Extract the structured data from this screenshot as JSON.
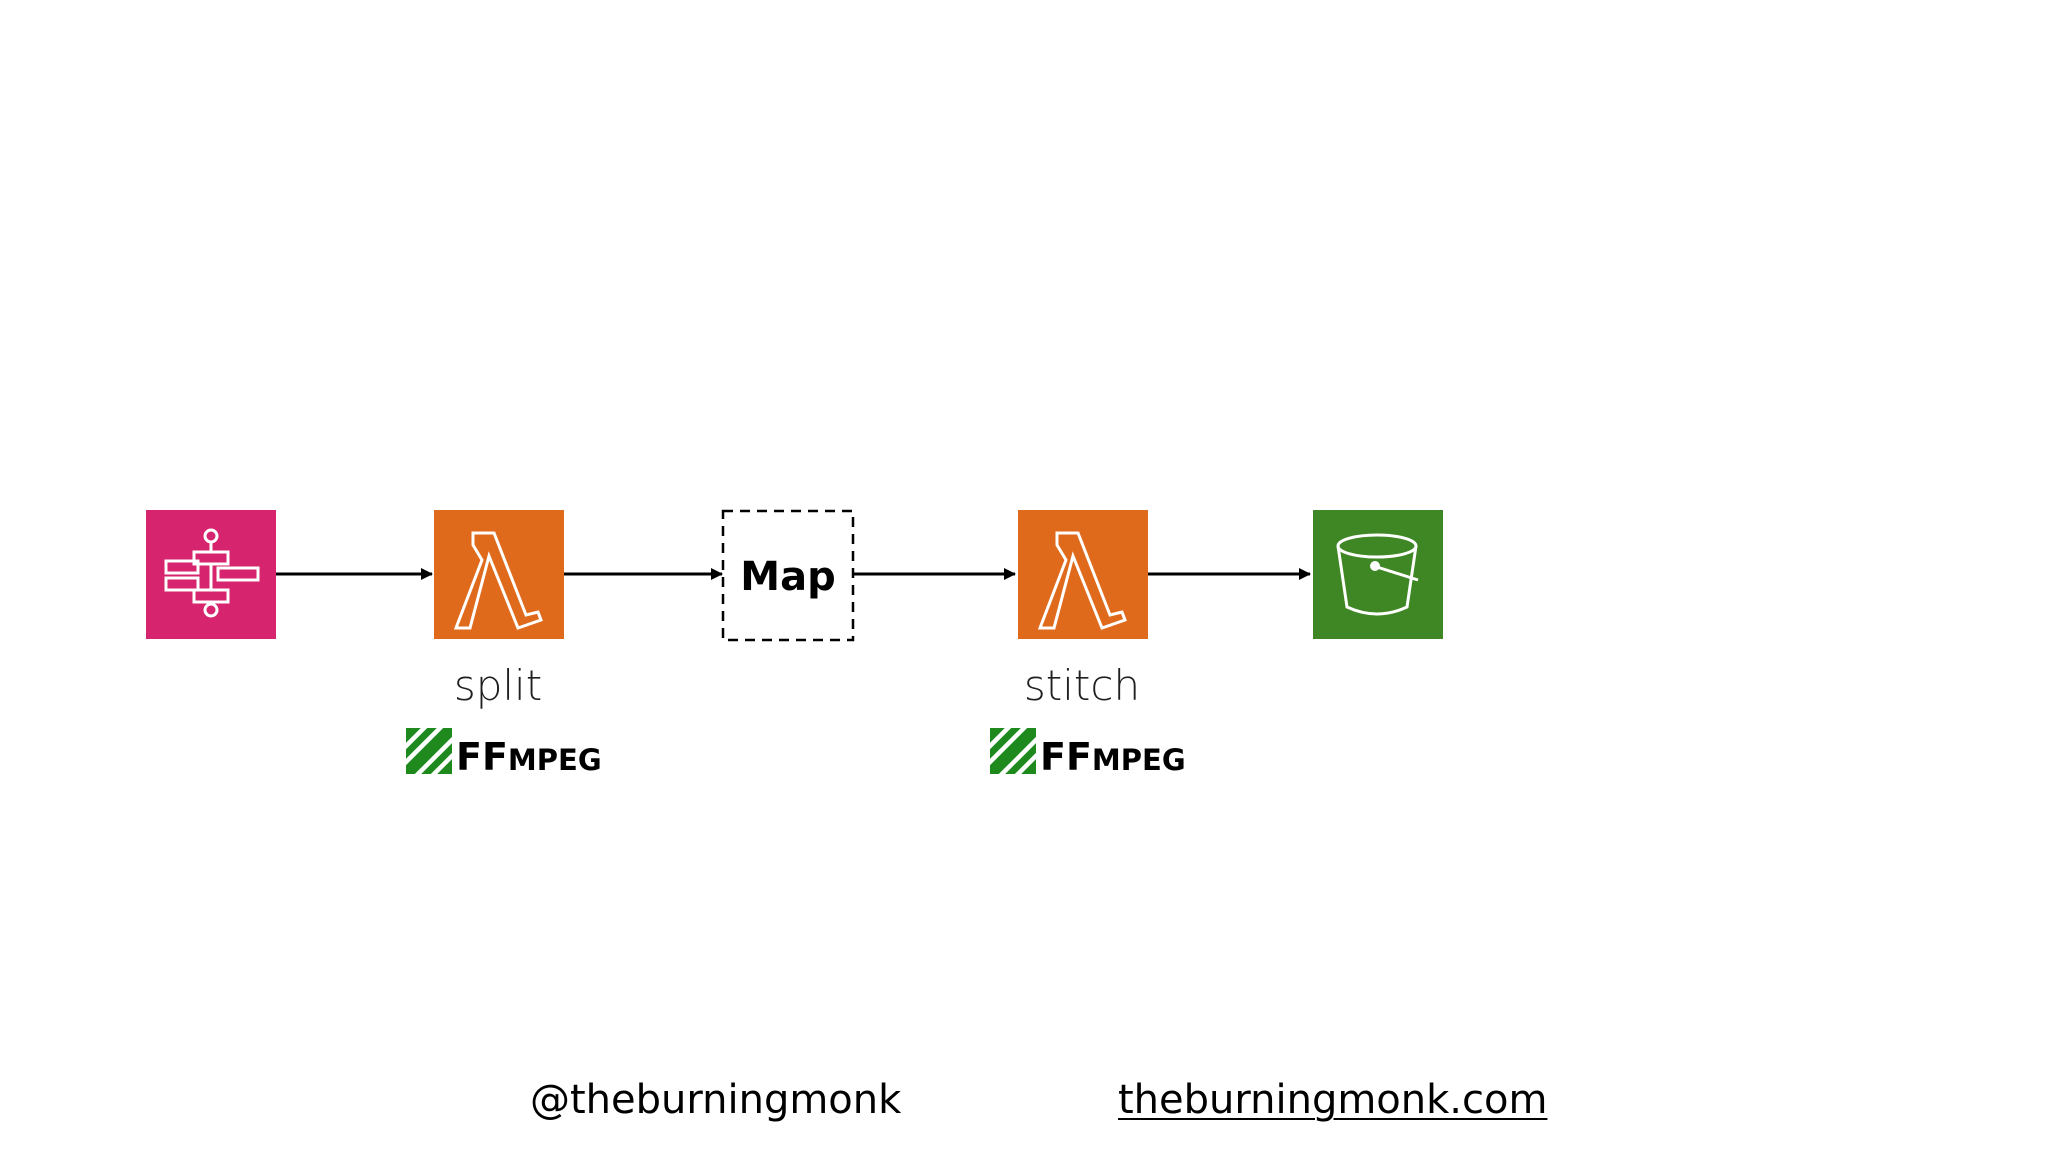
{
  "nodes": [
    {
      "id": "step-functions",
      "kind": "aws-step-functions",
      "icon": "state-machine-icon",
      "color": "#D6246E"
    },
    {
      "id": "split",
      "kind": "aws-lambda",
      "icon": "lambda-icon",
      "label": "split",
      "color": "#E06A1B",
      "tool": "FFMPEG"
    },
    {
      "id": "map",
      "kind": "map-state",
      "label": "Map"
    },
    {
      "id": "stitch",
      "kind": "aws-lambda",
      "icon": "lambda-icon",
      "label": "stitch",
      "color": "#E06A1B",
      "tool": "FFMPEG"
    },
    {
      "id": "s3",
      "kind": "aws-s3",
      "icon": "bucket-icon",
      "color": "#3F8624"
    }
  ],
  "edges": [
    {
      "from": "step-functions",
      "to": "split"
    },
    {
      "from": "split",
      "to": "map"
    },
    {
      "from": "map",
      "to": "stitch"
    },
    {
      "from": "stitch",
      "to": "s3"
    }
  ],
  "ffmpeg": {
    "prefix": "FF",
    "suffix": "MPEG",
    "color": "#1E8A1E"
  },
  "footer": {
    "handle": "@theburningmonk",
    "website": "theburningmonk.com"
  }
}
